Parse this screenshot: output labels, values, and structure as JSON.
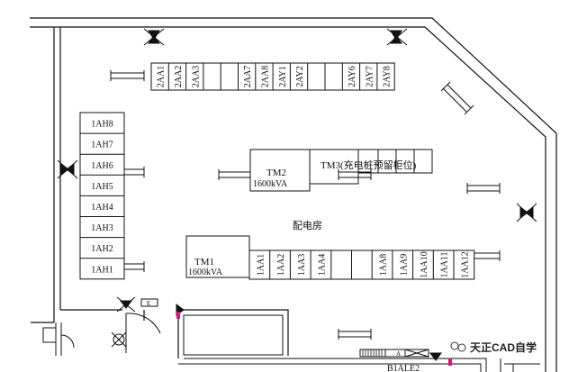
{
  "room": {
    "label": "配电房"
  },
  "transformers": [
    {
      "id": "tm2",
      "name": "TM2",
      "rating": "1600kVA"
    },
    {
      "id": "tm1",
      "name": "TM1",
      "rating": "1600kVA"
    }
  ],
  "reserved_cabinet": {
    "label": "TM3(充电桩预留柜位)"
  },
  "top_row": {
    "cells": [
      "2AA1",
      "2AA2",
      "2AA3",
      "",
      "",
      "2AA7",
      "2AA8",
      "2AY1",
      "2AY2",
      "",
      "",
      "2AY6",
      "2AY7",
      "2AY8"
    ]
  },
  "left_column": {
    "cells": [
      "1AH8",
      "1AH7",
      "1AH6",
      "1AH5",
      "1AH4",
      "1AH3",
      "1AH2",
      "1AH1"
    ]
  },
  "bottom_row": {
    "cells": [
      "1AA1",
      "1AA2",
      "1AA3",
      "1AA4",
      "",
      "",
      "1AA8",
      "1AA9",
      "1AA10",
      "1AA11",
      "1AA12"
    ]
  },
  "door_tag": "E",
  "panel_label": "B1ALE2",
  "panel_small": "A",
  "watermark": "天正CAD自学",
  "colors": {
    "line": "#111111",
    "magenta": "#e0107a"
  }
}
